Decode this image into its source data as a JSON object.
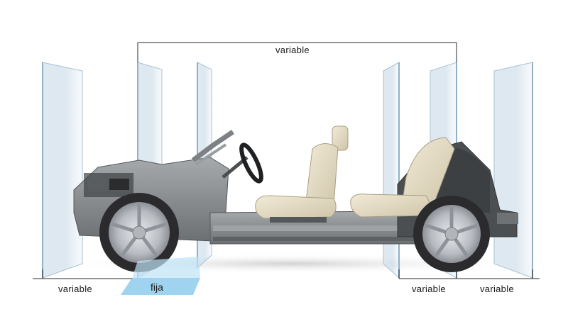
{
  "dimensions": {
    "top_label": "variable",
    "front_overhang_label": "variable",
    "fixed_label": "fija",
    "rear_wheel_label": "variable",
    "rear_overhang_label": "variable"
  },
  "colors": {
    "glass": "#b8cfe0",
    "fixed_fill": "#9fd3ef",
    "chassis": "#8a8d90",
    "seat": "#e4dcc5",
    "tire": "#2b2b2d",
    "rim": "#c9ccd0"
  }
}
